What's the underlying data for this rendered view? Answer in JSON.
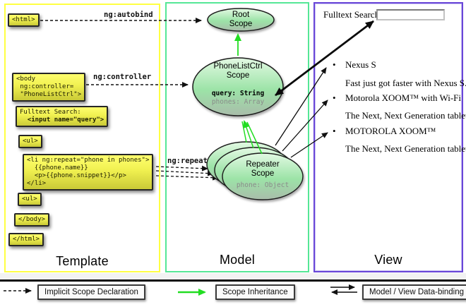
{
  "panels": {
    "template": {
      "title": "Template"
    },
    "model": {
      "title": "Model"
    },
    "view": {
      "title": "View"
    }
  },
  "template_code": {
    "html_open": "<html>",
    "body_open": "<body\n ng:controller=\n \"PhoneListCtrl\">",
    "fulltext_line1": "Fulltext Search:",
    "fulltext_line2": "  <input name=\"query\">",
    "ul_open": "<ul>",
    "li_repeat": "<li ng:repeat=\"phone in phones\">\n  {{phone.name}}\n  <p>{{phone.snippet}}</p>\n</li>",
    "ul_close": "<ul>",
    "body_close": "</body>",
    "html_close": "</html>"
  },
  "arrow_labels": {
    "autobind": "ng:autobind",
    "controller": "ng:controller",
    "repeat": "ng:repeat"
  },
  "scopes": {
    "root": {
      "title": "Root\nScope"
    },
    "phonelistctrl": {
      "title": "PhoneListCtrl\nScope",
      "prop_query": "query: String",
      "prop_phones": "phones: Array"
    },
    "repeater": {
      "title": "Repeater\nScope",
      "prop_phone": "phone: Object"
    }
  },
  "view": {
    "search_label": "Fulltext Search:",
    "search_value": "",
    "bullet": "•",
    "items": [
      {
        "name": "Nexus S",
        "desc": "Fast just got faster with Nexus S."
      },
      {
        "name": "Motorola XOOM™ with Wi-Fi",
        "desc": "The Next, Next Generation tablet."
      },
      {
        "name": "MOTOROLA XOOM™",
        "desc": "The Next, Next Generation tablet."
      }
    ]
  },
  "legend": {
    "implicit": "Implicit Scope Declaration",
    "inheritance": "Scope Inheritance",
    "databinding": "Model / View Data-binding"
  },
  "colors": {
    "template_border": "#ffff42",
    "model_border": "#55e796",
    "view_border": "#6946d8",
    "code_box_yellow": "#ffff5f",
    "scope_fill_top": "#e3f9e3",
    "scope_fill_bottom": "#a9bcaa",
    "inheritance_green": "#22dd22",
    "gray_prop_text": "#8a8a8a"
  }
}
